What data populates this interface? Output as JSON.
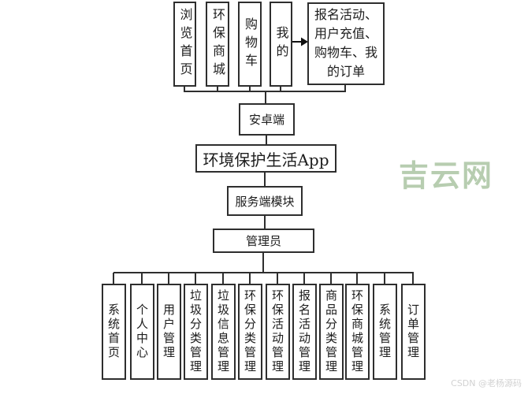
{
  "diagram": {
    "top_modules": [
      "浏览首页",
      "环保商城",
      "购物车",
      "我的"
    ],
    "client_feature_summary": "报名活动、用户充值、购物车、我的订单",
    "nodes": {
      "android": "安卓端",
      "app": "环境保护生活App",
      "server": "服务端模块",
      "admin": "管理员"
    },
    "admin_modules": [
      "系统首页",
      "个人中心",
      "用户管理",
      "垃圾分类管理",
      "垃圾信息管理",
      "环保分类管理",
      "环保活动管理",
      "报名活动管理",
      "商品分类管理",
      "环保商城管理",
      "系统管理",
      "订单管理"
    ]
  },
  "watermarks": {
    "site": "吉云网",
    "credit": "CSDN @老杨源码"
  },
  "colors": {
    "line": "#2e2e2e",
    "box_border": "#2e2e2e",
    "text": "#1c1c1c",
    "watermark_green": "#b7cdb0",
    "credit_gray": "#d2d2d2",
    "background": "#ffffff"
  }
}
